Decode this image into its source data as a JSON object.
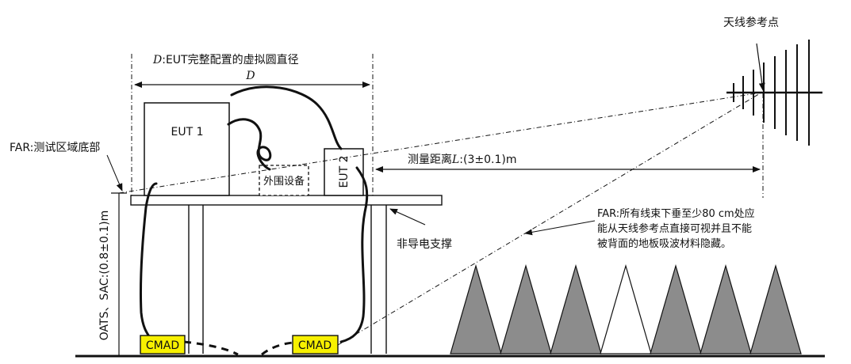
{
  "labels": {
    "antenna_ref": "天线参考点",
    "diameter_desc_prefix": "D",
    "diameter_desc": ":EUT完整配置的虚拟圆直径",
    "diameter_symbol": "D",
    "far_floor": "FAR:测试区域底部",
    "eut1": "EUT 1",
    "eut2": "EUT 2",
    "peripheral": "外围设备",
    "distance_prefix": "测量距离",
    "distance_symbol": "L",
    "distance_value": ":(3±0.1)m",
    "height": "OATS、SAC:(0.8±0.1)m",
    "support": "非导电支撑",
    "note_line1": "FAR:所有线束下垂至少80 cm处应",
    "note_line2": "能从天线参考点直接可视并且不能",
    "note_line3": "被背面的地板吸波材料隐藏。",
    "cmad_left": "CMAD",
    "cmad_right": "CMAD"
  },
  "colors": {
    "cmad_fill": "#f7f000",
    "absorber_fill": "#8c8c8c",
    "ink": "#111111"
  }
}
